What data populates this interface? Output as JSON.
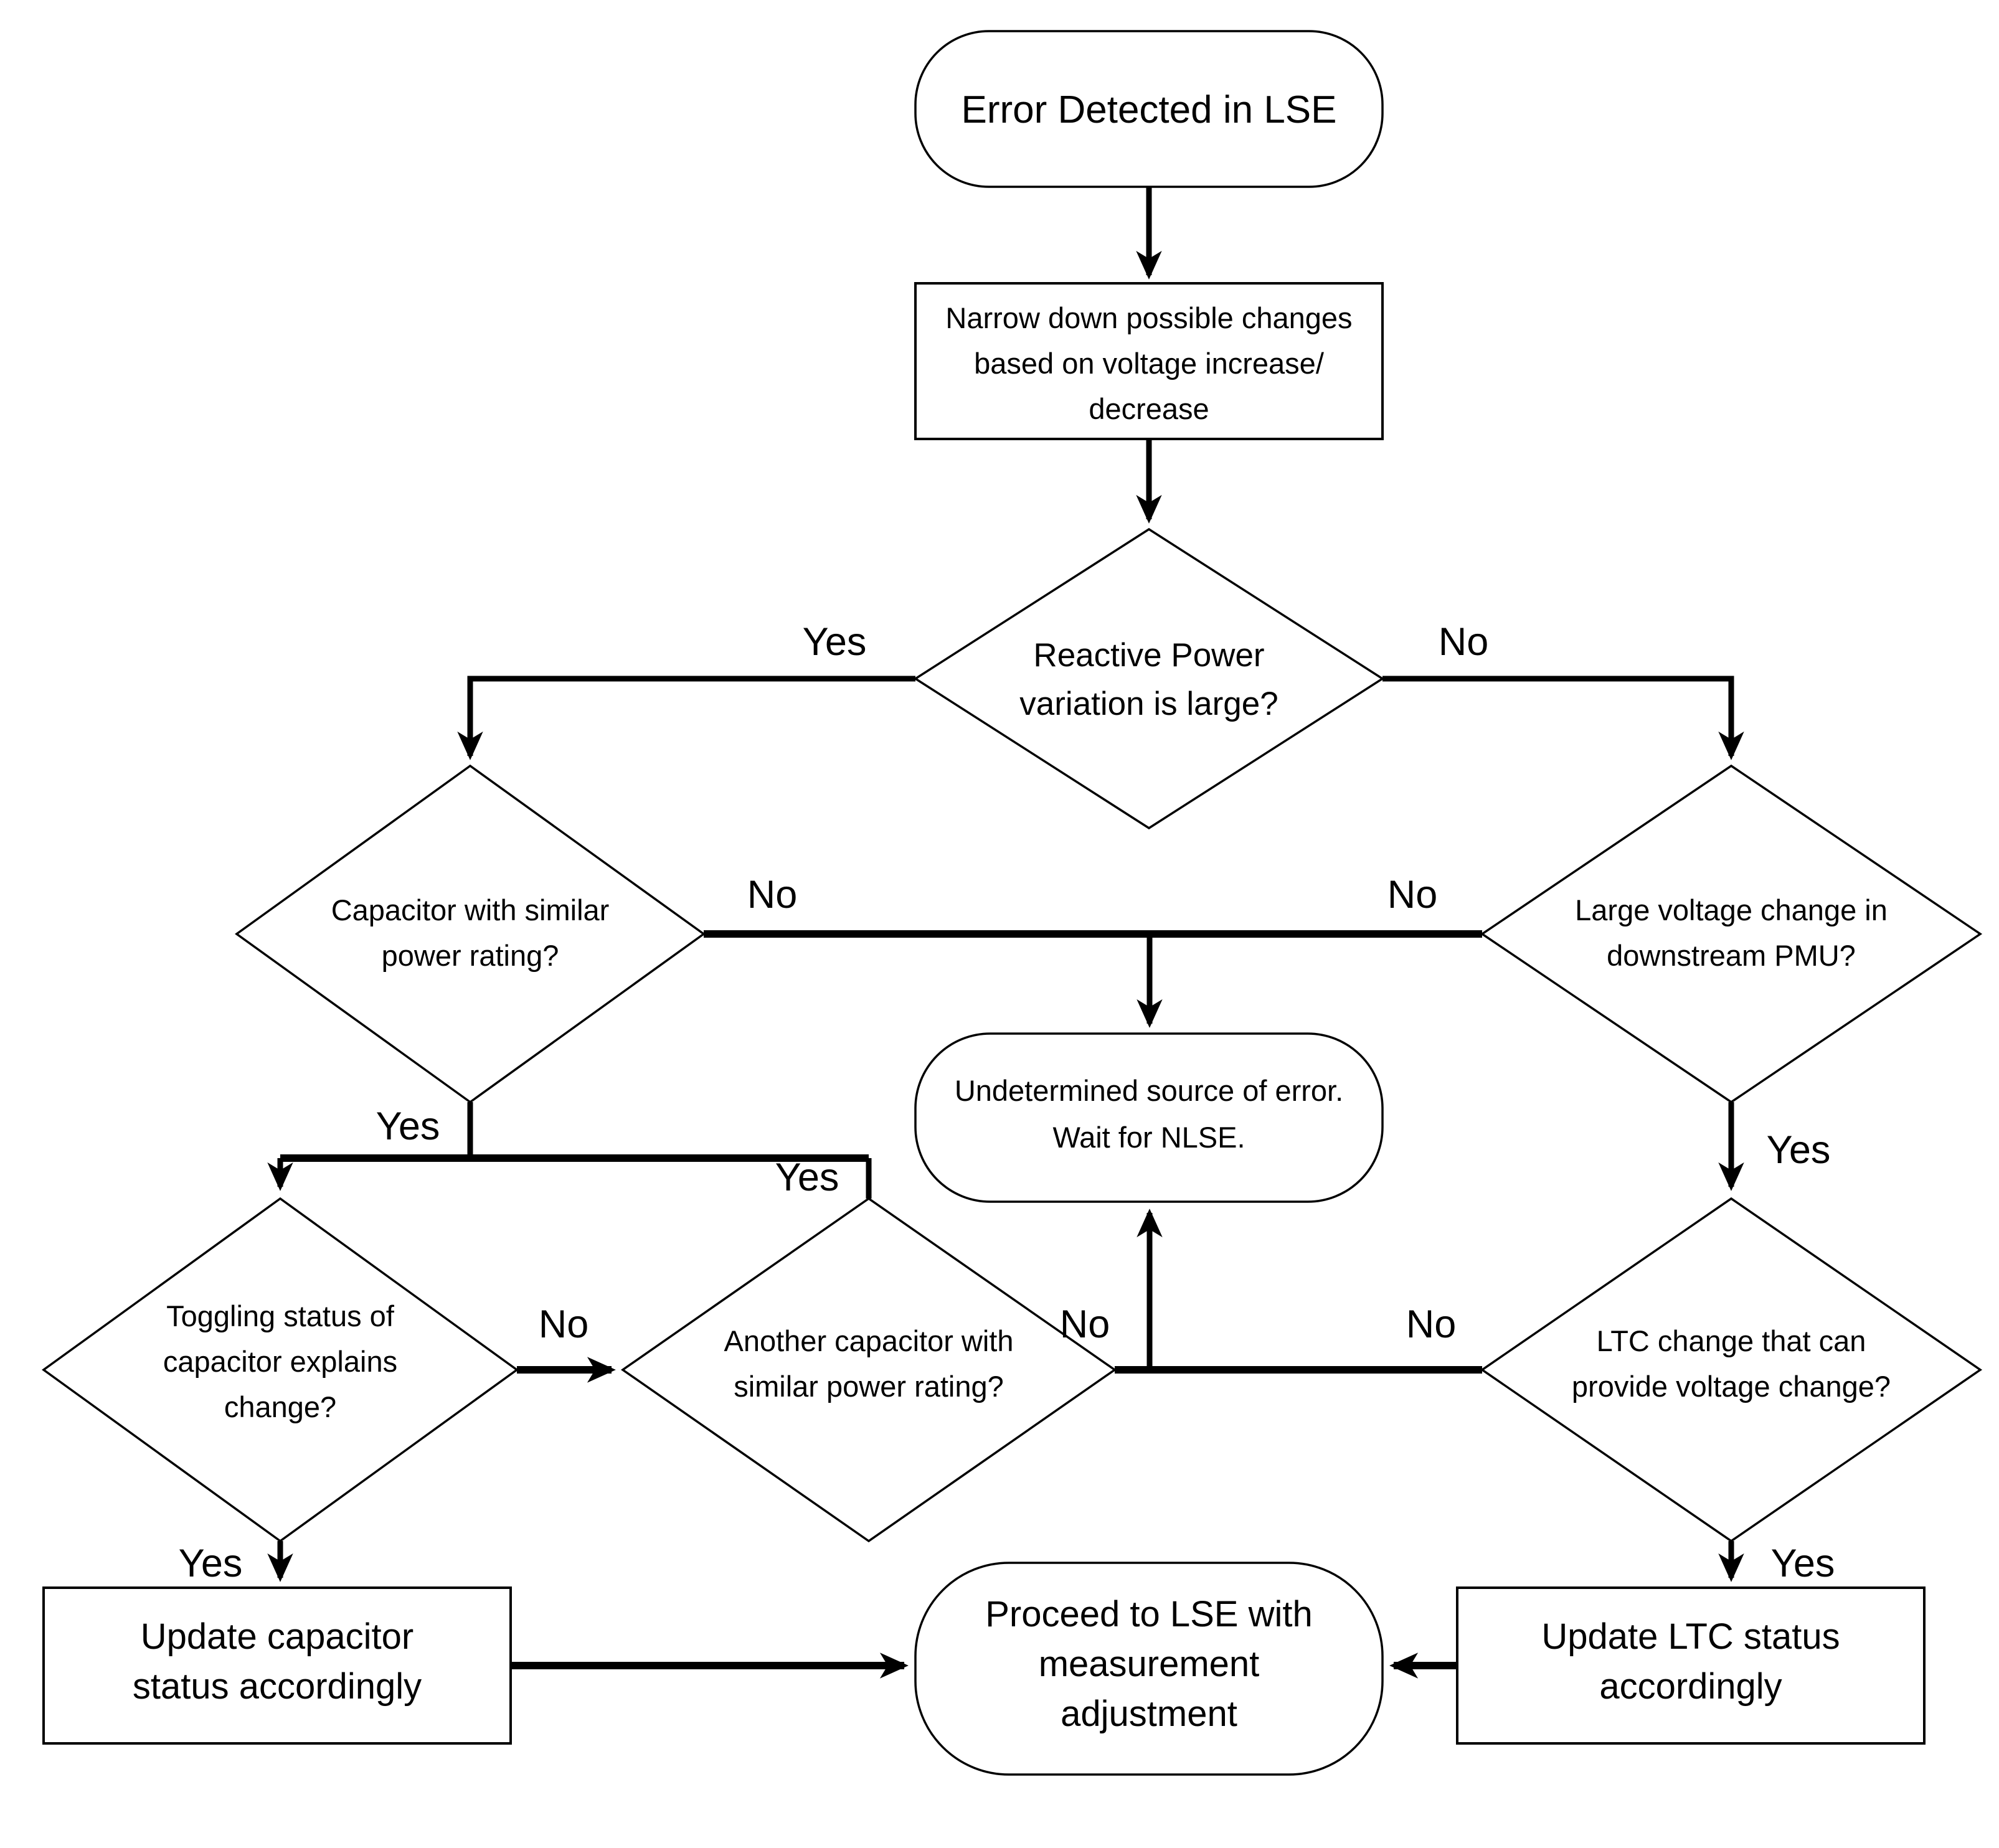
{
  "diagram": {
    "type": "flowchart",
    "colors": {
      "line": "#000000",
      "shape_fill": "#ffffff",
      "background": "#ffffff"
    },
    "nodes": {
      "start": {
        "kind": "terminal",
        "lines": [
          "Error Detected in LSE"
        ]
      },
      "narrow": {
        "kind": "process",
        "lines": [
          "Narrow down possible changes",
          "based on voltage increase/",
          "decrease"
        ]
      },
      "reactive": {
        "kind": "decision",
        "lines": [
          "Reactive Power",
          "variation is large?"
        ]
      },
      "capacitor": {
        "kind": "decision",
        "lines": [
          "Capacitor with similar",
          "power rating?"
        ]
      },
      "downstream": {
        "kind": "decision",
        "lines": [
          "Large voltage change in",
          "downstream PMU?"
        ]
      },
      "undetermined": {
        "kind": "terminal",
        "lines": [
          "Undetermined source of error.",
          "Wait for NLSE."
        ]
      },
      "toggling": {
        "kind": "decision",
        "lines": [
          "Toggling status of",
          "capacitor explains",
          "change?"
        ]
      },
      "another": {
        "kind": "decision",
        "lines": [
          "Another capacitor with",
          "similar power rating?"
        ]
      },
      "ltc_change": {
        "kind": "decision",
        "lines": [
          "LTC change that can",
          "provide voltage change?"
        ]
      },
      "update_cap": {
        "kind": "process",
        "lines": [
          "Update capacitor",
          "status accordingly"
        ]
      },
      "proceed": {
        "kind": "terminal",
        "lines": [
          "Proceed to LSE with",
          "measurement",
          "adjustment"
        ]
      },
      "update_ltc": {
        "kind": "process",
        "lines": [
          "Update LTC status",
          "accordingly"
        ]
      }
    },
    "labels": {
      "reactive_yes": "Yes",
      "reactive_no": "No",
      "capacitor_no": "No",
      "capacitor_yes": "Yes",
      "downstream_no": "No",
      "downstream_yes": "Yes",
      "toggling_no": "No",
      "toggling_yes": "Yes",
      "another_no": "No",
      "another_yes": "Yes",
      "ltc_no": "No",
      "ltc_yes": "Yes"
    }
  }
}
